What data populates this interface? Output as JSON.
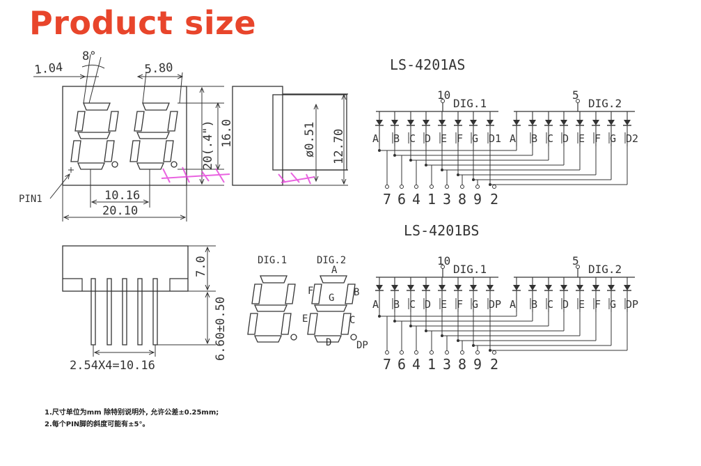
{
  "title": "Product size",
  "front_view": {
    "angle": "8°",
    "dim_top_left": "1.04",
    "dim_top_right": "5.80",
    "dim_height": "20(.4\")",
    "dim_height2": "16.0",
    "pin1_label": "PIN1",
    "dim_digit_pitch": "10.16",
    "dim_width": "20.10"
  },
  "side_view": {
    "dim_pin": "ø0.51",
    "dim_depth": "12.70"
  },
  "bottom_view": {
    "dim_body": "7.0",
    "dim_pin_len": "6.60±0.50",
    "dim_pin_pitch": "2.54X4=10.16"
  },
  "segment_view": {
    "dig1": "DIG.1",
    "dig2": "DIG.2",
    "seg_a": "A",
    "seg_b": "B",
    "seg_c": "C",
    "seg_d": "D",
    "seg_e": "E",
    "seg_f": "F",
    "seg_g": "G",
    "seg_dp": "DP"
  },
  "schematic_as": {
    "model": "LS-4201AS",
    "dig1_pin": "10",
    "dig1_label": "DIG.1",
    "dig2_pin": "5",
    "dig2_label": "DIG.2",
    "seg_labels_1": [
      "A",
      "B",
      "C",
      "D",
      "E",
      "F",
      "G",
      "D1"
    ],
    "seg_labels_2": [
      "A",
      "B",
      "C",
      "D",
      "E",
      "F",
      "G",
      "D2"
    ],
    "pins": [
      "7",
      "6",
      "4",
      "1",
      "3",
      "8",
      "9",
      "2"
    ]
  },
  "schematic_bs": {
    "model": "LS-4201BS",
    "dig1_pin": "10",
    "dig1_label": "DIG.1",
    "dig2_pin": "5",
    "dig2_label": "DIG.2",
    "seg_labels_1": [
      "A",
      "B",
      "C",
      "D",
      "E",
      "F",
      "G",
      "DP"
    ],
    "seg_labels_2": [
      "A",
      "B",
      "C",
      "D",
      "E",
      "F",
      "G",
      "DP"
    ],
    "pins": [
      "7",
      "6",
      "4",
      "1",
      "3",
      "8",
      "9",
      "2"
    ]
  },
  "notes": [
    "1.尺寸单位为mm 除特别说明外, 允许公差±0.25mm;",
    "2.每个PIN脚的斜度可能有±5°。"
  ]
}
